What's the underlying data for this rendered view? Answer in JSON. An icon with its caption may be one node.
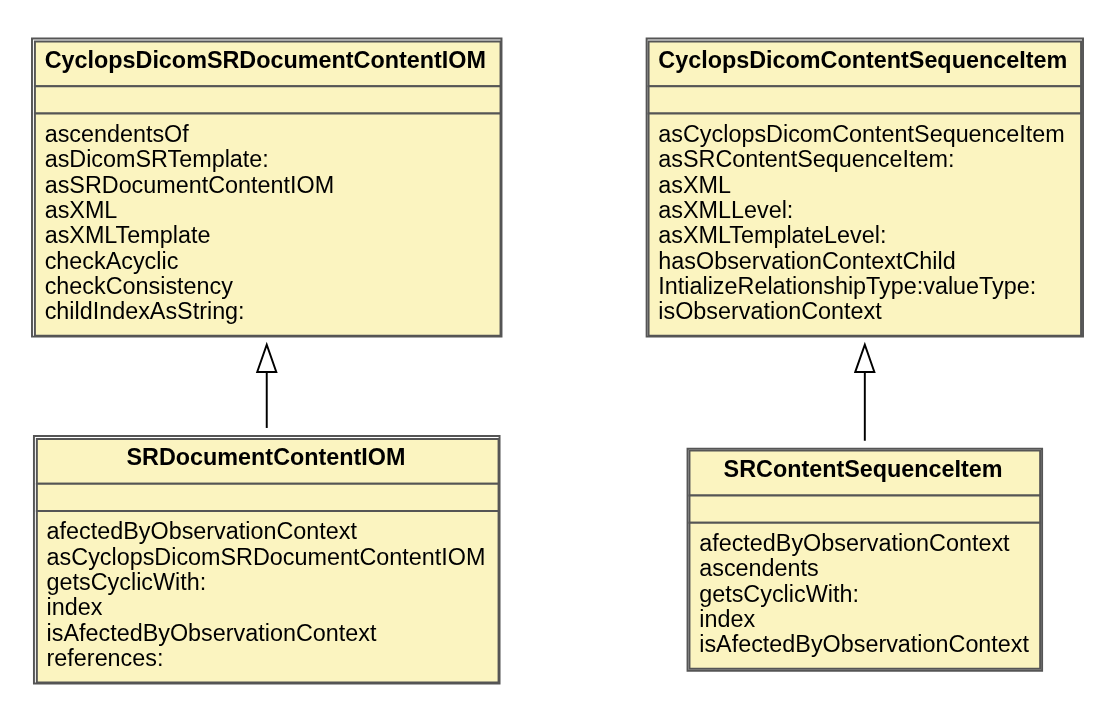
{
  "diagram": {
    "nodes": [
      {
        "text": [
          "CyclopsDicomSRDocumentContentIOM",
          "ascendentsOf",
          "asDicomSRTemplate:",
          "asSRDocumentContentIOM",
          "asXML",
          "asXMLTemplate",
          "checkAcyclic",
          "checkConsistency",
          "childIndexAsString:"
        ]
      },
      {
        "text": [
          "CyclopsDicomContentSequenceItem",
          "asCyclopsDicomContentSequenceItem",
          "asSRContentSequenceItem:",
          "asXML",
          "asXMLLevel:",
          "asXMLTemplateLevel:",
          "hasObservationContextChild",
          "IntializeRelationshipType:valueType:",
          "isObservationContext"
        ]
      },
      {
        "text": [
          "SRDocumentContentIOM",
          "afectedByObservationContext",
          "asCyclopsDicomSRDocumentContentIOM",
          "getsCyclicWith:",
          "index",
          "isAfectedByObservationContext",
          "references:"
        ]
      },
      {
        "text": [
          "SRContentSequenceItem",
          "afectedByObservationContext",
          "ascendents",
          "getsCyclicWith:",
          "index",
          "isAfectedByObservationContext"
        ]
      }
    ],
    "edges": [
      {
        "from": 2,
        "to": 0,
        "arrow": "to"
      },
      {
        "from": 3,
        "to": 1,
        "arrow": "to"
      }
    ]
  }
}
